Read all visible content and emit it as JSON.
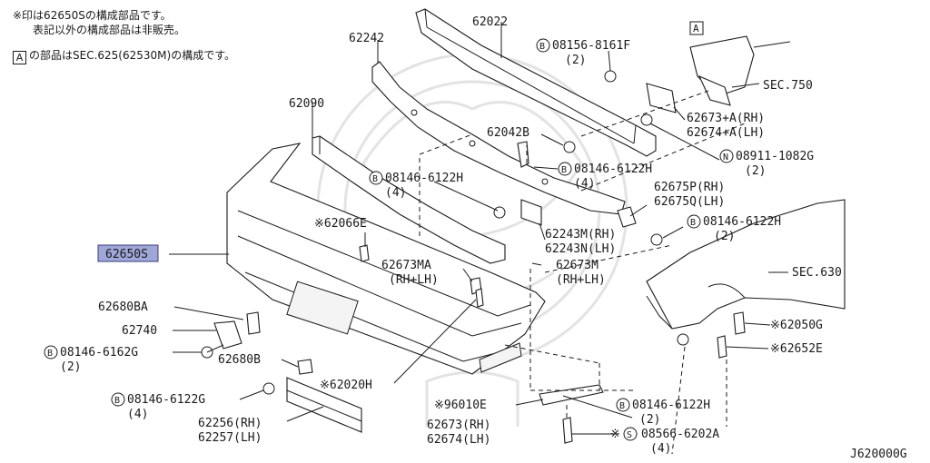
{
  "notes": {
    "line1": "※印は62650Sの構成部品です。",
    "line2": "表記以外の構成部品は非販売。",
    "box_a": "A",
    "line3": "の部品はSEC.625(62530M)の構成です。"
  },
  "diagram_id": "J620000G",
  "callouts": {
    "p62022": "62022",
    "p62242": "62242",
    "p62090": "62090",
    "p62650s": "62650S",
    "p62680ba": "62680BA",
    "p62740": "62740",
    "b08146_6162g": "08146-6162G",
    "b08146_6162g_qty": "(2)",
    "p62680b": "62680B",
    "b08146_6122g": "08146-6122G",
    "b08146_6122g_qty": "(4)",
    "p62256": "62256(RH)",
    "p62257": "62257(LH)",
    "p62066e": "※62066E",
    "p62020h": "※62020H",
    "p62673ma": "62673MA",
    "p62673ma_side": "(RH+LH)",
    "p62673m": "62673M",
    "p62673m_side": "(RH+LH)",
    "b08146_6122h_a": "08146-6122H",
    "b08146_6122h_a_qty": "(4)",
    "p62042b": "62042B",
    "b08146_6122h_b": "08146-6122H",
    "b08146_6122h_b_qty": "(4)",
    "p62243m": "62243M(RH)",
    "p62243n": "62243N(LH)",
    "p62675p": "62675P(RH)",
    "p62675q": "62675Q(LH)",
    "b08146_6122h_c": "08146-6122H",
    "b08146_6122h_c_qty": "(2)",
    "b08156_8161f": "08156-8161F",
    "b08156_8161f_qty": "(2)",
    "box_a_mark": "A",
    "sec750": "SEC.750",
    "p62673a": "62673+A(RH)",
    "p62674a": "62674+A(LH)",
    "n08911_1082g": "08911-1082G",
    "n08911_1082g_qty": "(2)",
    "sec630": "SEC.630",
    "p62050g": "※62050G",
    "p62652e": "※62652E",
    "p96010e": "※96010E",
    "p62673rh": "62673(RH)",
    "p62674lh": "62674(LH)",
    "b08146_6122h_d": "08146-6122H",
    "b08146_6122h_d_qty": "(2)",
    "s08566_6202a": "08566-6202A",
    "s08566_6202a_qty": "(4)",
    "asterisk": "※",
    "b": "B",
    "n": "N",
    "s": "S"
  }
}
